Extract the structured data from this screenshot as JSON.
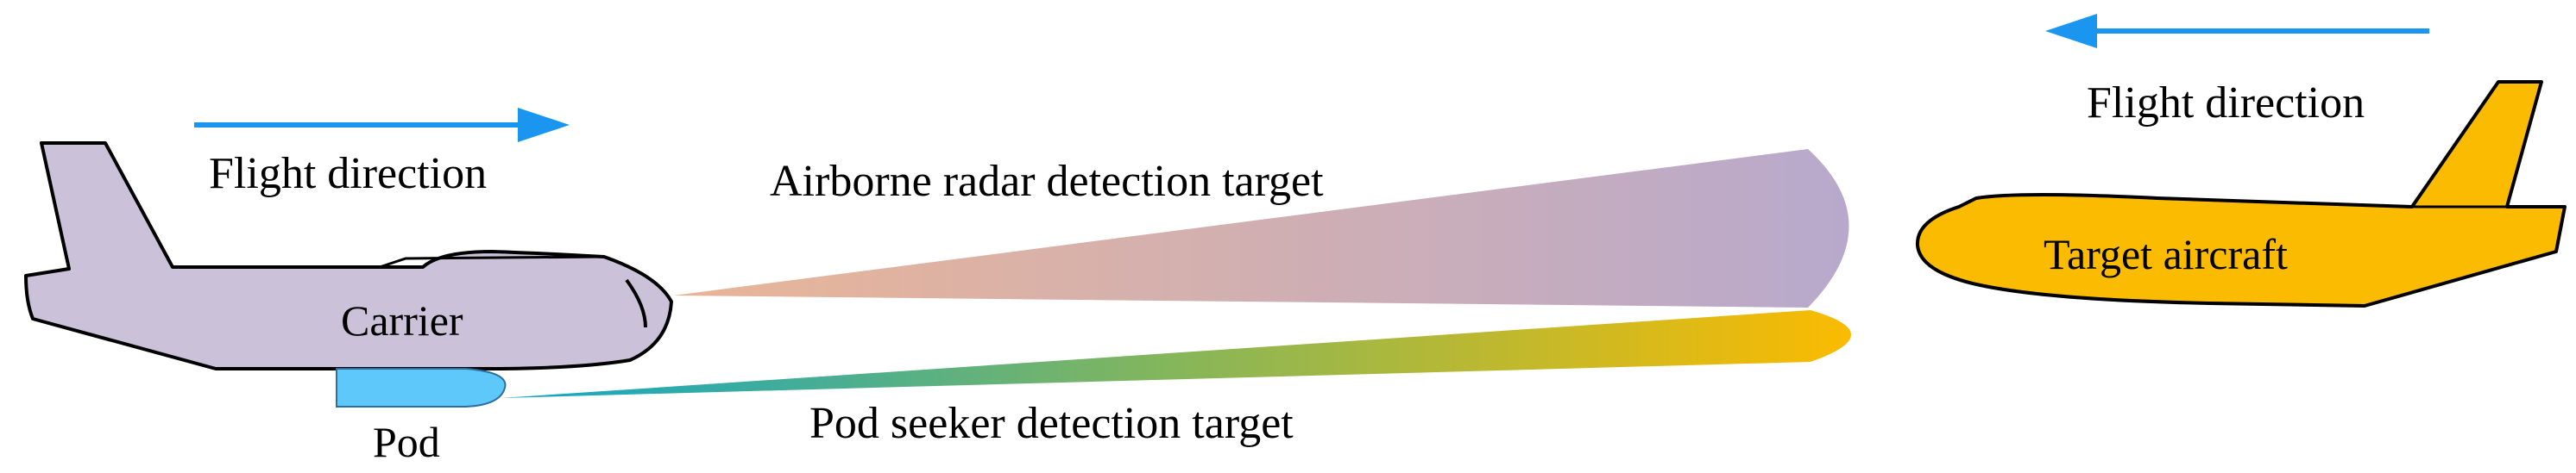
{
  "labels": {
    "flight_direction_left": "Flight direction",
    "flight_direction_right": "Flight direction",
    "carrier": "Carrier",
    "pod": "Pod",
    "airborne_radar": "Airborne radar detection target",
    "pod_seeker": "Pod seeker detection target",
    "target_aircraft": "Target aircraft"
  },
  "colors": {
    "arrow": "#1a96f0",
    "carrier_body": "#cbc2d9",
    "pod_body": "#5ec8fa",
    "target_body": "#fbbb00",
    "radar_beam_start": "#e9b597",
    "radar_beam_end": "#b8a9cc",
    "seeker_beam_start": "#0fa6c8",
    "seeker_beam_mid": "#86b65a",
    "seeker_beam_end": "#fbbb00",
    "outline": "#000000"
  }
}
